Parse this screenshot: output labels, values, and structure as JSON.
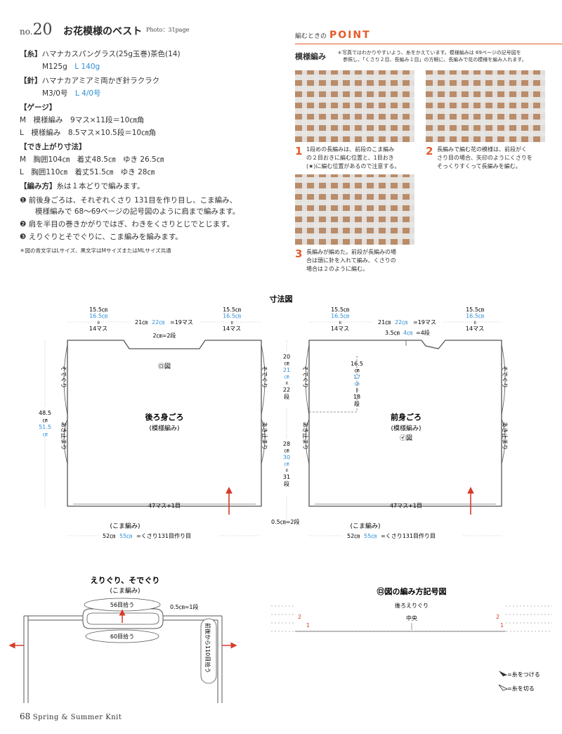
{
  "header": {
    "no_label": "no.",
    "no_number": "20",
    "title": "お花模様のベスト",
    "photo_ref": "Photo：31page"
  },
  "specs": {
    "yarn_head": "【糸】",
    "yarn_line": "ハマナカスパングラス(25g玉巻)茶色(14)",
    "yarn_m": "M125g",
    "yarn_l": "L 140g",
    "needle_head": "【針】",
    "needle_line": "ハマナカアミアミ両かぎ針ラクラク",
    "needle_m": "M3/0号",
    "needle_l": "L 4/0号",
    "gauge_head": "【ゲージ】",
    "gauge_m": "M　模様編み　9マス×11段＝10㎝角",
    "gauge_l": "L　模様編み　8.5マス×10.5段＝10㎝角",
    "size_head": "【でき上がり寸法】",
    "size_m": "M　胸囲104㎝　着丈48.5㎝　ゆき 26.5㎝",
    "size_l": "L　胸囲110㎝　着丈51.5㎝　ゆき 28㎝",
    "method_head": "【編み方】",
    "method_intro": "糸は１本どりで編みます。",
    "step1_num": "❶",
    "step1a": "前後身ごろは、それぞれくさり 131目を作り目し、こま編み、",
    "step1b": "模様編みで 68～69ページの記号図のように肩まで編みます。",
    "step2_num": "❷",
    "step2": "肩を半目の巻きかがりではぎ、わきをくさりとじでとじます。",
    "step3_num": "❸",
    "step3": "えりぐりとそでぐりに、こま編みを編みます。",
    "note": "＊図の青文字はLサイズ、黒文字はMサイズまたはMLサイズ共通"
  },
  "point": {
    "prefix": "編むときの",
    "title": "POINT",
    "label": "模様編み",
    "note_a": "＊写真ではわかりやすいよう、糸をかえています。模様編みは 69ページの記号図を",
    "note_b": "参照し、「くさり２目、長編み１目」の方眼に、長編みで花の模様を編み入れます。",
    "steps": [
      {
        "num": "1",
        "lines": [
          "1段めの長編みは、前段のこま編み",
          "の２目おきに編む位置と、1目おき",
          "(★)に編む位置があるので注意する。"
        ]
      },
      {
        "num": "2",
        "lines": [
          "長編みで編む花の模様は、前段がく",
          "さり目の場合、矢印のようにくさりを",
          "そっくりすくって長編みを編む。"
        ]
      },
      {
        "num": "3",
        "lines": [
          "長編みが編めた。前段が長編みの場",
          "合は頭に針を入れて編み、くさりの",
          "場合は２のように編む。"
        ]
      }
    ]
  },
  "diagram": {
    "title": "寸法図",
    "back": {
      "name": "後ろ身ごろ",
      "pattern": "(模様編み)",
      "ref": "㋺図",
      "shoulder_m": "15.5㎝",
      "shoulder_l": "16.5㎝",
      "shoulder_eq": "॥",
      "shoulder_masu": "14マス",
      "neck_m": "21㎝",
      "neck_l": "22㎝",
      "neck_masu": "=19マス",
      "neck_depth": "2㎝=2段",
      "height_m": "48.5",
      "height_unit": "㎝",
      "height_l": "51.5",
      "armhole": "そでぐり",
      "slit": "あき止まり",
      "hem_count": "47マス+1目",
      "hem_label": "(こま編み)",
      "width_m": "52㎝",
      "width_l": "55㎝",
      "width_rest": "=くさり131目作り目"
    },
    "middle": {
      "upper_m": "20",
      "upper_l": "21",
      "upper_rows": "22",
      "lower_m": "28",
      "lower_l": "30",
      "lower_rows": "31",
      "unit": "㎝",
      "eq": "॥",
      "dan": "段",
      "hem_rows": "0.5㎝=2段"
    },
    "front": {
      "name": "前身ごろ",
      "pattern": "(模様編み)",
      "ref": "㋑図",
      "neck_m": "3.5㎝",
      "neck_l": "4㎝",
      "neck_rows": "=4段",
      "depth_m": "16.5",
      "depth_l": "17",
      "depth_rows": "18"
    }
  },
  "edging": {
    "title": "えりぐり、そでぐり",
    "subtitle": "(こま編み)",
    "top_count": "56目拾う",
    "bottom_count": "60目拾う",
    "row_note": "0.5㎝=1段",
    "sleeve_note": "前後から110目拾う"
  },
  "chart": {
    "title": "㋺図の編み方記号図",
    "neck_label": "後ろえりぐり",
    "center_label": "中央",
    "num_1": "1",
    "num_2": "2",
    "legend_attach": "=糸をつける",
    "legend_cut": "=糸を切る"
  },
  "footer": {
    "page": "68",
    "text": "Spring & Summer Knit"
  },
  "colors": {
    "blue": "#2f8fd6",
    "accent": "#e65a2a",
    "arrow_red": "#d93a2a"
  }
}
